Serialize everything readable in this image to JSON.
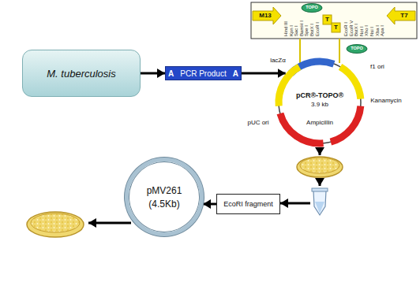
{
  "diagram": {
    "nodes": [
      {
        "text": [
          "M. tuberculosis"
        ]
      },
      {
        "text": [
          "A",
          "PCR Product",
          "A"
        ]
      },
      {
        "text": [
          "pCR®-TOPO®",
          "3.9 kb"
        ]
      },
      {
        "text": [
          "EcoRI fragment"
        ]
      },
      {
        "text": [
          "pMV261",
          "(4.5Kb)"
        ]
      }
    ],
    "edges": [
      {
        "from": 0,
        "to": 1,
        "arrow": "to"
      },
      {
        "from": 1,
        "to": 2,
        "arrow": "to"
      },
      {
        "from": 3,
        "to": 4,
        "arrow": "to"
      }
    ],
    "labels": [
      "M13",
      "T7",
      "TOPO",
      "T",
      "T",
      "Hind III",
      "Kpn I",
      "Sac I",
      "BamH I",
      "Spe I",
      "BstX I",
      "EcoR I",
      "EcoR I",
      "EcoR V",
      "BstX I",
      "Not I",
      "Xho I",
      "Nsi I",
      "Xba I",
      "Apa I",
      "TOPO",
      "lacZα",
      "f1 ori",
      "Kanamycin",
      "Ampicillin",
      "pUC ori"
    ]
  }
}
